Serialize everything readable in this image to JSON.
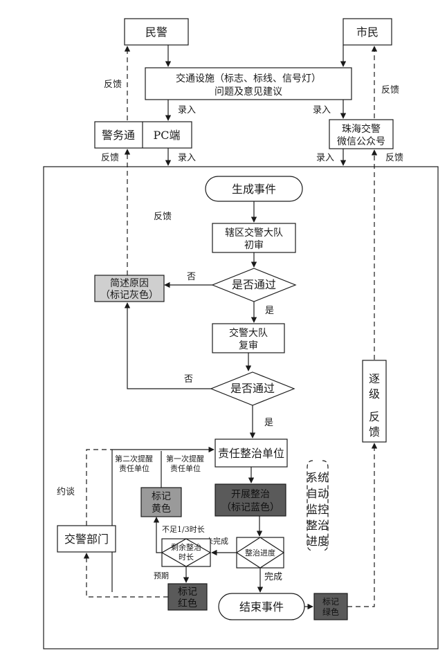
{
  "nodes": {
    "police": "民警",
    "citizen": "市民",
    "facility_line1": "交通设施（标志、标线、信号灯）",
    "facility_line2": "问题及意见建议",
    "jingwutong": "警务通",
    "pc": "PC端",
    "wechat_line1": "珠海交警",
    "wechat_line2": "微信公众号",
    "generate_event": "生成事件",
    "district_line1": "辖区交警大队",
    "district_line2": "初审",
    "pass_check_1": "是否通过",
    "reason_line1": "简述原因",
    "reason_line2": "（标记灰色）",
    "brigade_line1": "交警大队",
    "brigade_line2": "复审",
    "pass_check_2": "是否通过",
    "responsible_unit": "责任整治单位",
    "rectify_line1": "开展整治",
    "rectify_line2": "（标记蓝色）",
    "auto_monitor": [
      "系统",
      "自动",
      "监控",
      "整治",
      "进度"
    ],
    "progress": "整治进度",
    "remaining_line1": "剩余整治",
    "remaining_line2": "时长",
    "yellow_line1": "标记",
    "yellow_line2": "黄色",
    "red_line1": "标记",
    "red_line2": "红色",
    "traffic_dept": "交警部门",
    "end_event": "结束事件",
    "green_line1": "标记",
    "green_line2": "绿色",
    "feedback_vertical": [
      "逐级",
      "反馈"
    ]
  },
  "labels": {
    "feedback": "反馈",
    "entry": "录入",
    "no": "否",
    "yes": "是",
    "interview": "约谈",
    "remind2_line1": "第二次提醒",
    "remind2_line2": "责任单位",
    "remind1_line1": "第一次提醒",
    "remind1_line2": "责任单位",
    "less_third": "不足1/3时长",
    "unfinished": "未完成",
    "overdue": "预期",
    "done": "完成"
  },
  "colors": {
    "line": "#1a1a1a",
    "light_gray": "#cfcfcf",
    "mid_gray": "#9a9a9a",
    "dark_gray": "#5a5a5a",
    "white": "#ffffff"
  }
}
